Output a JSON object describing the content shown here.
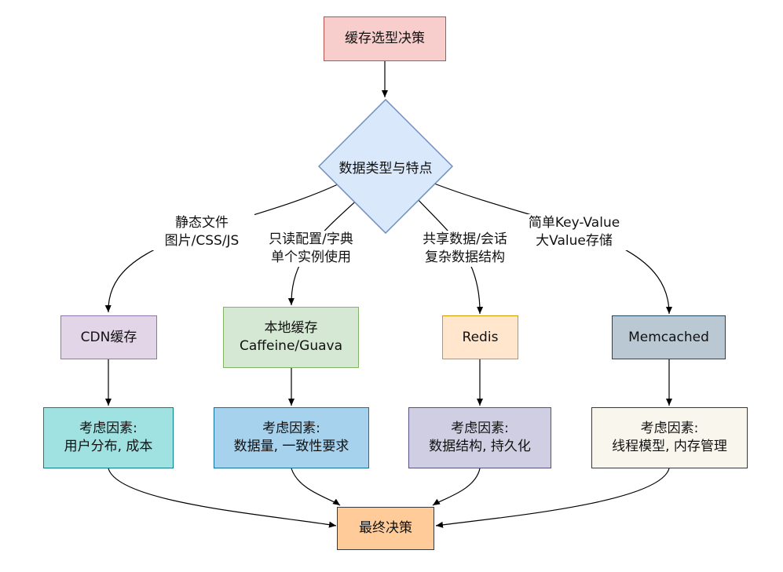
{
  "title": "缓存选型决策",
  "decision": "数据类型与特点",
  "branches": [
    {
      "condition": [
        "静态文件",
        "图片/CSS/JS"
      ],
      "option": [
        "CDN缓存"
      ],
      "factors": [
        "考虑因素:",
        "用户分布, 成本"
      ]
    },
    {
      "condition": [
        "只读配置/字典",
        "单个实例使用"
      ],
      "option": [
        "本地缓存",
        "Caffeine/Guava"
      ],
      "factors": [
        "考虑因素:",
        "数据量, 一致性要求"
      ]
    },
    {
      "condition": [
        "共享数据/会话",
        "复杂数据结构"
      ],
      "option": [
        "Redis"
      ],
      "factors": [
        "考虑因素:",
        "数据结构, 持久化"
      ]
    },
    {
      "condition": [
        "简单Key-Value",
        "大Value存储"
      ],
      "option": [
        "Memcached"
      ],
      "factors": [
        "考虑因素:",
        "线程模型, 内存管理"
      ]
    }
  ],
  "final": "最终决策",
  "colors": {
    "title_fill": "#f8cecc",
    "title_border": "#b85450",
    "decision_fill": "#dae8fc",
    "decision_border": "#6c8ebf",
    "cdn_fill": "#e1d5e7",
    "cdn_border": "#9673a6",
    "local_fill": "#d5e8d4",
    "local_border": "#82b366",
    "redis_fill": "#ffe6cc",
    "redis_border": "#d79b00",
    "memcached_fill": "#bac8d3",
    "memcached_border": "#23445d",
    "factor1_fill": "#a0e1e1",
    "factor1_border": "#0e8088",
    "factor2_fill": "#a6d2ee",
    "factor2_border": "#10739e",
    "factor3_fill": "#d0cee2",
    "factor3_border": "#56517e",
    "factor4_fill": "#f9f7ed",
    "factor4_border": "#36393d",
    "final_fill": "#ffcc99",
    "final_border": "#36393d",
    "edge": "#000000"
  }
}
